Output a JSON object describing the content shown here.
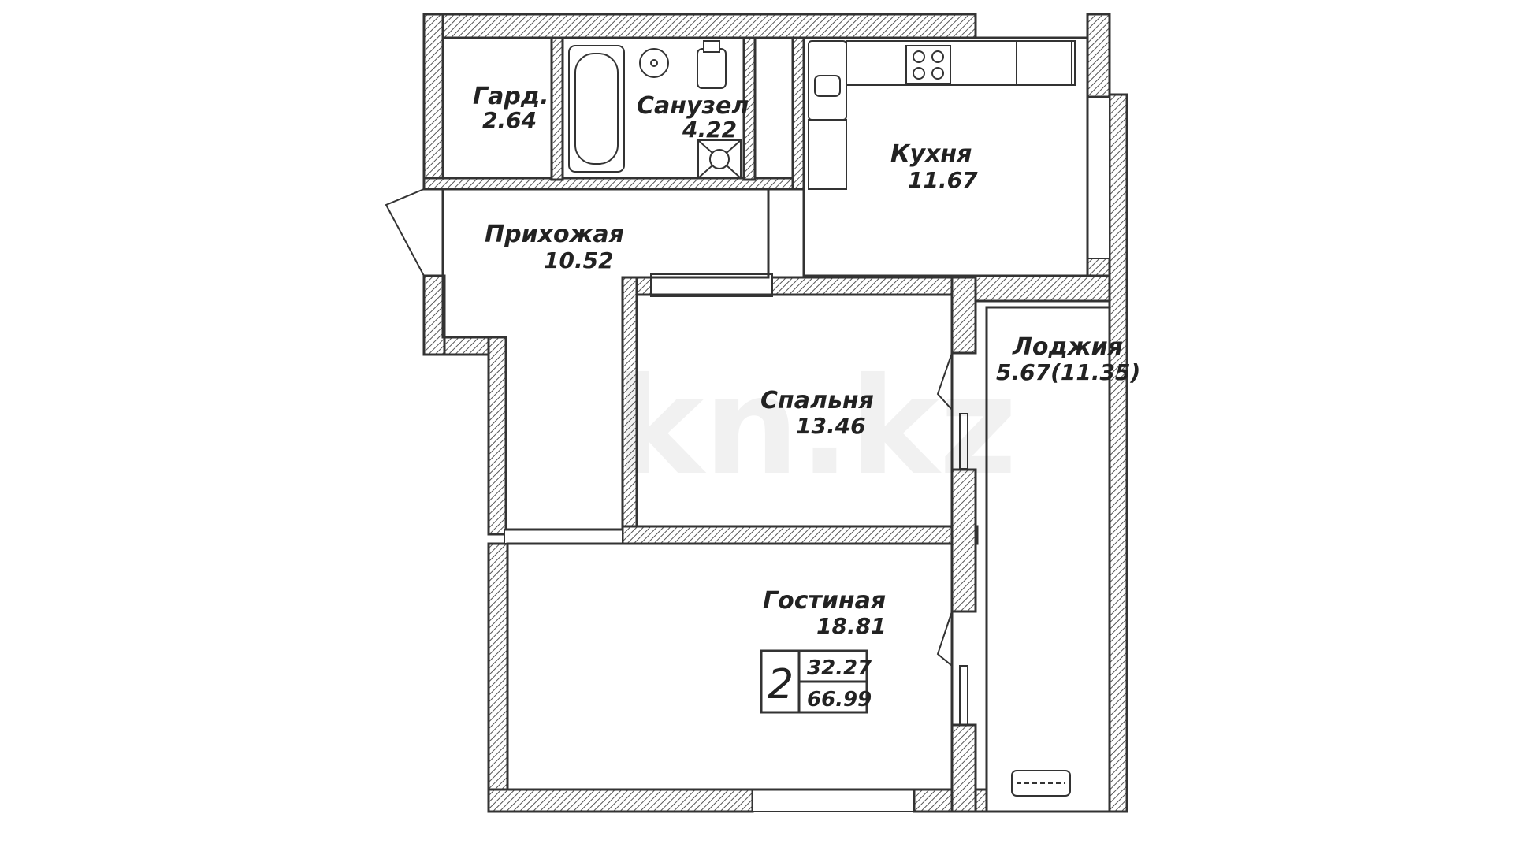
{
  "plan": {
    "watermark": "kn.kz",
    "rooms": [
      {
        "id": "wardrobe",
        "name": "Гард.",
        "area": "2.64"
      },
      {
        "id": "bathroom",
        "name": "Санузел",
        "area": "4.22"
      },
      {
        "id": "kitchen",
        "name": "Кухня",
        "area": "11.67"
      },
      {
        "id": "hallway",
        "name": "Прихожая",
        "area": "10.52"
      },
      {
        "id": "bedroom",
        "name": "Спальня",
        "area": "13.46"
      },
      {
        "id": "loggia",
        "name": "Лоджия",
        "area": "5.67(11.35)"
      },
      {
        "id": "living",
        "name": "Гостиная",
        "area": "18.81"
      }
    ],
    "summary": {
      "rooms_count": "2",
      "living_area": "32.27",
      "total_area": "66.99"
    }
  },
  "colors": {
    "wall_stroke": "#333333",
    "hatch": "#555555",
    "background": "#ffffff"
  }
}
